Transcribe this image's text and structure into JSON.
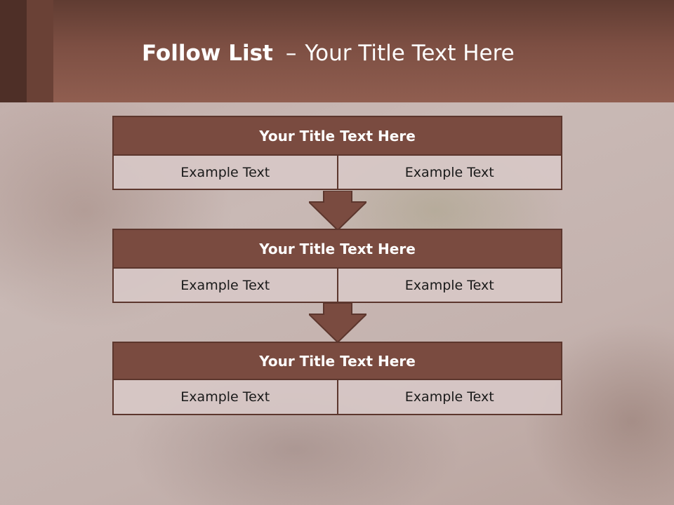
{
  "header": {
    "title_bold": "Follow List",
    "title_sep": "–",
    "title_rest": "Your Title Text Here"
  },
  "steps": [
    {
      "title": "Your Title Text Here",
      "left": "Example Text",
      "right": "Example Text"
    },
    {
      "title": "Your Title Text Here",
      "left": "Example Text",
      "right": "Example Text"
    },
    {
      "title": "Your Title Text Here",
      "left": "Example Text",
      "right": "Example Text"
    }
  ],
  "colors": {
    "header": "#7d4f43",
    "box_fill": "#7a4b40",
    "box_border": "#5c362d",
    "cell_fill": "#d7c8c6",
    "arrow_fill": "#7a4b40"
  }
}
